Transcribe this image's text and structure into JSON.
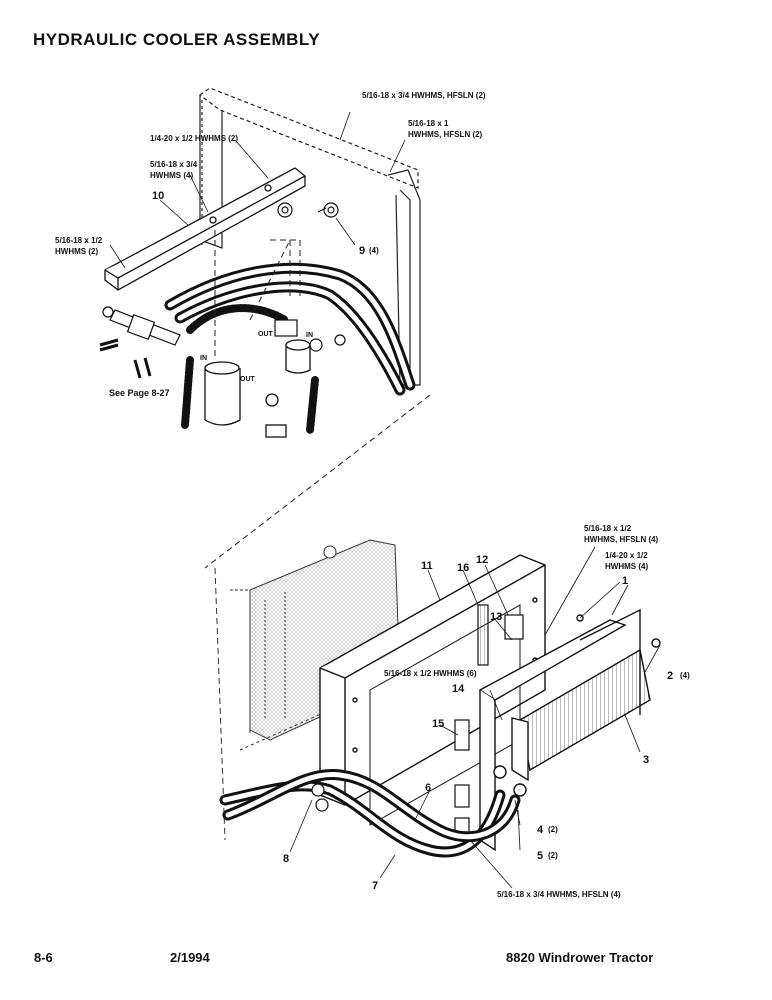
{
  "title": "HYDRAULIC COOLER ASSEMBLY",
  "callouts": {
    "c_top1": "5/16-18 x 3/4 HWHMS, HFSLN (2)",
    "c_top2a": "5/16-18 x 1",
    "c_top2b": "HWHMS, HFSLN (2)",
    "c_top3": "1/4-20 x 1/2 HWHMS (2)",
    "c_top4a": "5/16-18 x 3/4",
    "c_top4b": "HWHMS (4)",
    "c_top5a": "5/16-18 x 1/2",
    "c_top5b": "HWHMS (2)",
    "c_see": "See Page 8-27",
    "c_in1": "IN",
    "c_out1": "OUT",
    "c_in2": "IN",
    "c_out2": "OUT",
    "c_b1a": "5/16-18 x 1/2",
    "c_b1b": "HWHMS, HFSLN (4)",
    "c_b2a": "1/4-20 x 1/2",
    "c_b2b": "HWHMS (4)",
    "c_b3": "5/16-18 x 1/2 HWHMS (6)",
    "c_b4": "5/16-18 x 3/4 HWHMS, HFSLN (4)"
  },
  "parts": {
    "p1": "1",
    "p2": "2",
    "p2q": "(4)",
    "p3": "3",
    "p4": "4",
    "p4q": "(2)",
    "p5": "5",
    "p5q": "(2)",
    "p6": "6",
    "p7": "7",
    "p8": "8",
    "p9": "9",
    "p9q": "(4)",
    "p10": "10",
    "p11": "11",
    "p12": "12",
    "p13": "13",
    "p14": "14",
    "p15": "15",
    "p16": "16"
  },
  "footer": {
    "page": "8-6",
    "date": "2/1994",
    "model": "8820 Windrower Tractor"
  }
}
